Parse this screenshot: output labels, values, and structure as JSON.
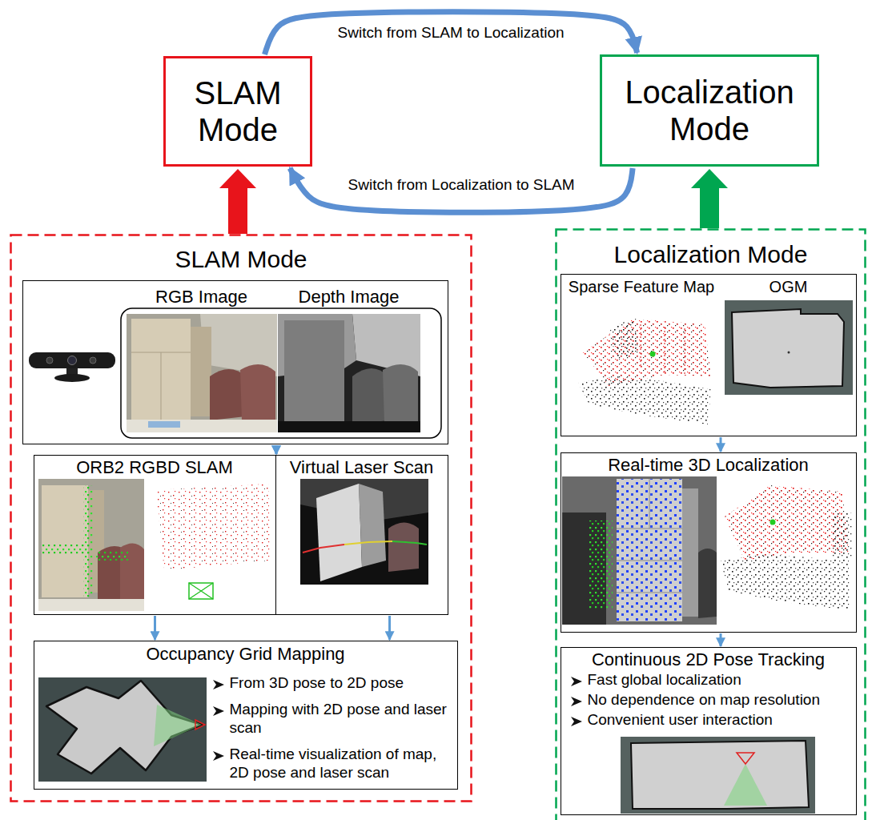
{
  "diagram": {
    "nodes": [
      {
        "text": [
          "SLAM Mode"
        ]
      },
      {
        "text": [
          "Localization Mode"
        ]
      },
      {
        "text": [
          "SLAM Mode"
        ]
      },
      {
        "text": [
          "RGB Image",
          "Depth Image"
        ],
        "in": 2
      },
      {
        "text": [
          "ORB2 RGBD SLAM"
        ],
        "in": 2
      },
      {
        "text": [
          "Virtual Laser Scan"
        ],
        "in": 2
      },
      {
        "text": [
          "Occupancy Grid Mapping",
          "From 3D pose to 2D pose",
          "Mapping with 2D pose and laser scan",
          "Real-time visualization of map, 2D pose and laser scan"
        ],
        "in": 2
      },
      {
        "text": [
          "Localization Mode"
        ]
      },
      {
        "text": [
          "Sparse Feature Map",
          "OGM"
        ],
        "in": 7
      },
      {
        "text": [
          "Real-time 3D Localization"
        ],
        "in": 7
      },
      {
        "text": [
          "Continuous 2D Pose Tracking",
          "Fast global localization",
          "No dependence on map resolution",
          "Convenient user interaction"
        ],
        "in": 7
      }
    ],
    "edges": [
      {
        "from": 0,
        "to": 1,
        "label": "Switch from SLAM to Localization",
        "arrow": "to"
      },
      {
        "from": 1,
        "to": 0,
        "label": "Switch from Localization to SLAM",
        "arrow": "to"
      },
      {
        "from": 2,
        "to": 0,
        "arrow": "to"
      },
      {
        "from": 7,
        "to": 1,
        "arrow": "to"
      },
      {
        "from": 3,
        "to": 4,
        "arrow": "to"
      },
      {
        "from": 3,
        "to": 5,
        "arrow": "to"
      },
      {
        "from": 4,
        "to": 6,
        "arrow": "to"
      },
      {
        "from": 5,
        "to": 6,
        "arrow": "to"
      },
      {
        "from": 8,
        "to": 9,
        "arrow": "to"
      },
      {
        "from": 9,
        "to": 10,
        "arrow": "to"
      }
    ]
  }
}
